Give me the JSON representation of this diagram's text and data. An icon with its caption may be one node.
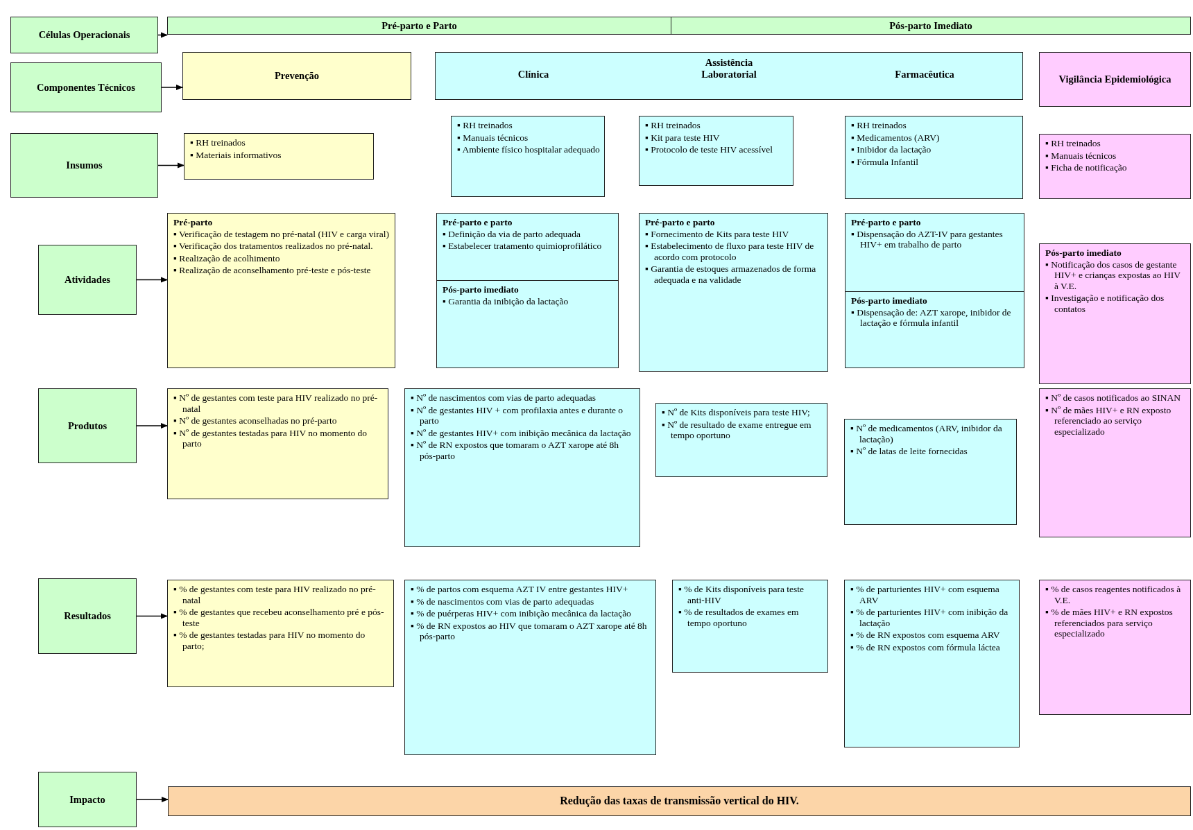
{
  "diagram": {
    "nodes": [
      {
        "text": [
          "Células Operacionais"
        ]
      },
      {
        "text": [
          "Pré-parto e Parto"
        ]
      },
      {
        "text": [
          "Pós-parto Imediato"
        ]
      },
      {
        "text": [
          "Componentes Técnicos"
        ]
      },
      {
        "text": [
          "Prevenção"
        ]
      },
      {
        "text": [
          "Assistência",
          "Clínica",
          "Laboratorial",
          "Farmacêutica"
        ]
      },
      {
        "text": [
          "Vigilância Epidemiológica"
        ]
      },
      {
        "text": [
          "Insumos"
        ]
      },
      {
        "text": [
          "▪ RH treinados",
          "▪ Materiais informativos"
        ]
      },
      {
        "text": [
          "▪ RH treinados",
          "▪ Manuais técnicos",
          "▪ Ambiente físico hospitalar adequado"
        ]
      },
      {
        "text": [
          "▪ RH treinados",
          "▪ Kit para teste HIV",
          "▪ Protocolo de teste HIV acessível"
        ]
      },
      {
        "text": [
          "▪ RH treinados",
          "▪ Medicamentos (ARV)",
          "▪ Inibidor da lactação",
          "▪ Fórmula Infantil"
        ]
      },
      {
        "text": [
          "▪ RH treinados",
          "▪ Manuais técnicos",
          "▪ Ficha de notificação"
        ]
      },
      {
        "text": [
          "Atividades"
        ]
      },
      {
        "text": [
          "Pré-parto",
          "▪ Verificação de testagem no pré-natal (HIV e carga viral)",
          "▪ Verificação dos tratamentos realizados no pré-natal.",
          "▪ Realização de acolhimento",
          "▪ Realização de aconselhamento pré-teste e pós-teste"
        ]
      },
      {
        "text": [
          "Pré-parto e parto",
          "▪ Definição da via de parto adequada",
          "▪ Estabelecer tratamento quimioprofilático"
        ]
      },
      {
        "text": [
          "Pós-parto imediato",
          "▪ Garantia da inibição da lactação"
        ]
      },
      {
        "text": [
          "Pré-parto e parto",
          "▪ Fornecimento de Kits para teste HIV",
          "▪ Estabelecimento de fluxo para teste HIV de acordo com protocolo",
          "▪ Garantia de estoques armazenados de forma adequada e na validade"
        ]
      },
      {
        "text": [
          "Pré-parto e parto",
          "▪ Dispensação do AZT-IV para gestantes HIV+ em trabalho de parto"
        ]
      },
      {
        "text": [
          "Pós-parto imediato",
          "▪ Dispensação de: AZT xarope, inibidor de lactação e fórmula infantil"
        ]
      },
      {
        "text": [
          "Pós-parto imediato",
          "▪ Notificação dos casos de gestante HIV+ e crianças expostas ao HIV à V.E.",
          "▪ Investigação e notificação dos contatos"
        ]
      },
      {
        "text": [
          "Produtos"
        ]
      },
      {
        "text": [
          "▪ Nº de gestantes com teste para HIV realizado no pré-natal",
          "▪ Nº de gestantes aconselhadas no pré-parto",
          "▪ Nº de gestantes testadas para HIV no momento do parto"
        ]
      },
      {
        "text": [
          "▪ Nº de nascimentos com vias de parto adequadas",
          "▪ Nº de gestantes HIV + com profilaxia antes e durante o parto",
          "▪ Nº de gestantes HIV+ com inibição mecânica da lactação",
          "▪ Nº de RN expostos que tomaram o AZT xarope até 8h pós-parto"
        ]
      },
      {
        "text": [
          "▪ Nº de Kits disponíveis para teste HIV;",
          "▪ Nº de resultado de exame entregue em tempo oportuno"
        ]
      },
      {
        "text": [
          "▪ Nº de medicamentos (ARV, inibidor da lactação)",
          "▪ Nº de latas de leite fornecidas"
        ]
      },
      {
        "text": [
          "▪ Nº de casos notificados ao SINAN",
          "▪ Nº de mães HIV+ e RN exposto referenciado ao serviço especializado"
        ]
      },
      {
        "text": [
          "Resultados"
        ]
      },
      {
        "text": [
          "▪ % de gestantes com teste para HIV realizado no pré-natal",
          "▪ % de gestantes que recebeu aconselhamento pré e pós-teste",
          "▪ % de gestantes testadas para HIV no momento do parto;"
        ]
      },
      {
        "text": [
          "▪ % de partos com esquema AZT IV entre gestantes HIV+",
          "▪ % de nascimentos com vias de parto adequadas",
          "▪ % de puérperas HIV+ com inibição mecânica da lactação",
          "▪ % de RN expostos ao HIV que tomaram o AZT xarope até 8h pós-parto"
        ]
      },
      {
        "text": [
          "▪ % de Kits disponíveis para teste anti-HIV",
          "▪ % de resultados de exames em tempo oportuno"
        ]
      },
      {
        "text": [
          "▪ % de parturientes HIV+ com esquema ARV",
          "▪ % de parturientes HIV+ com inibição da lactação",
          "▪ % de RN expostos com esquema ARV",
          "▪ % de RN expostos com fórmula láctea"
        ]
      },
      {
        "text": [
          "▪ % de casos reagentes notificados à V.E.",
          "▪ % de mães HIV+ e RN expostos referenciados para serviço especializado"
        ]
      },
      {
        "text": [
          "Impacto"
        ]
      },
      {
        "text": [
          "Redução das taxas de transmissão vertical do HIV."
        ]
      }
    ],
    "edges": [
      {
        "from": 0,
        "to": 1,
        "arrow": "to"
      },
      {
        "from": 3,
        "to": 4,
        "arrow": "to"
      },
      {
        "from": 7,
        "to": 8,
        "arrow": "to"
      },
      {
        "from": 13,
        "to": 14,
        "arrow": "to"
      },
      {
        "from": 21,
        "to": 22,
        "arrow": "to"
      },
      {
        "from": 27,
        "to": 28,
        "arrow": "to"
      },
      {
        "from": 33,
        "to": 34,
        "arrow": "to"
      }
    ]
  }
}
